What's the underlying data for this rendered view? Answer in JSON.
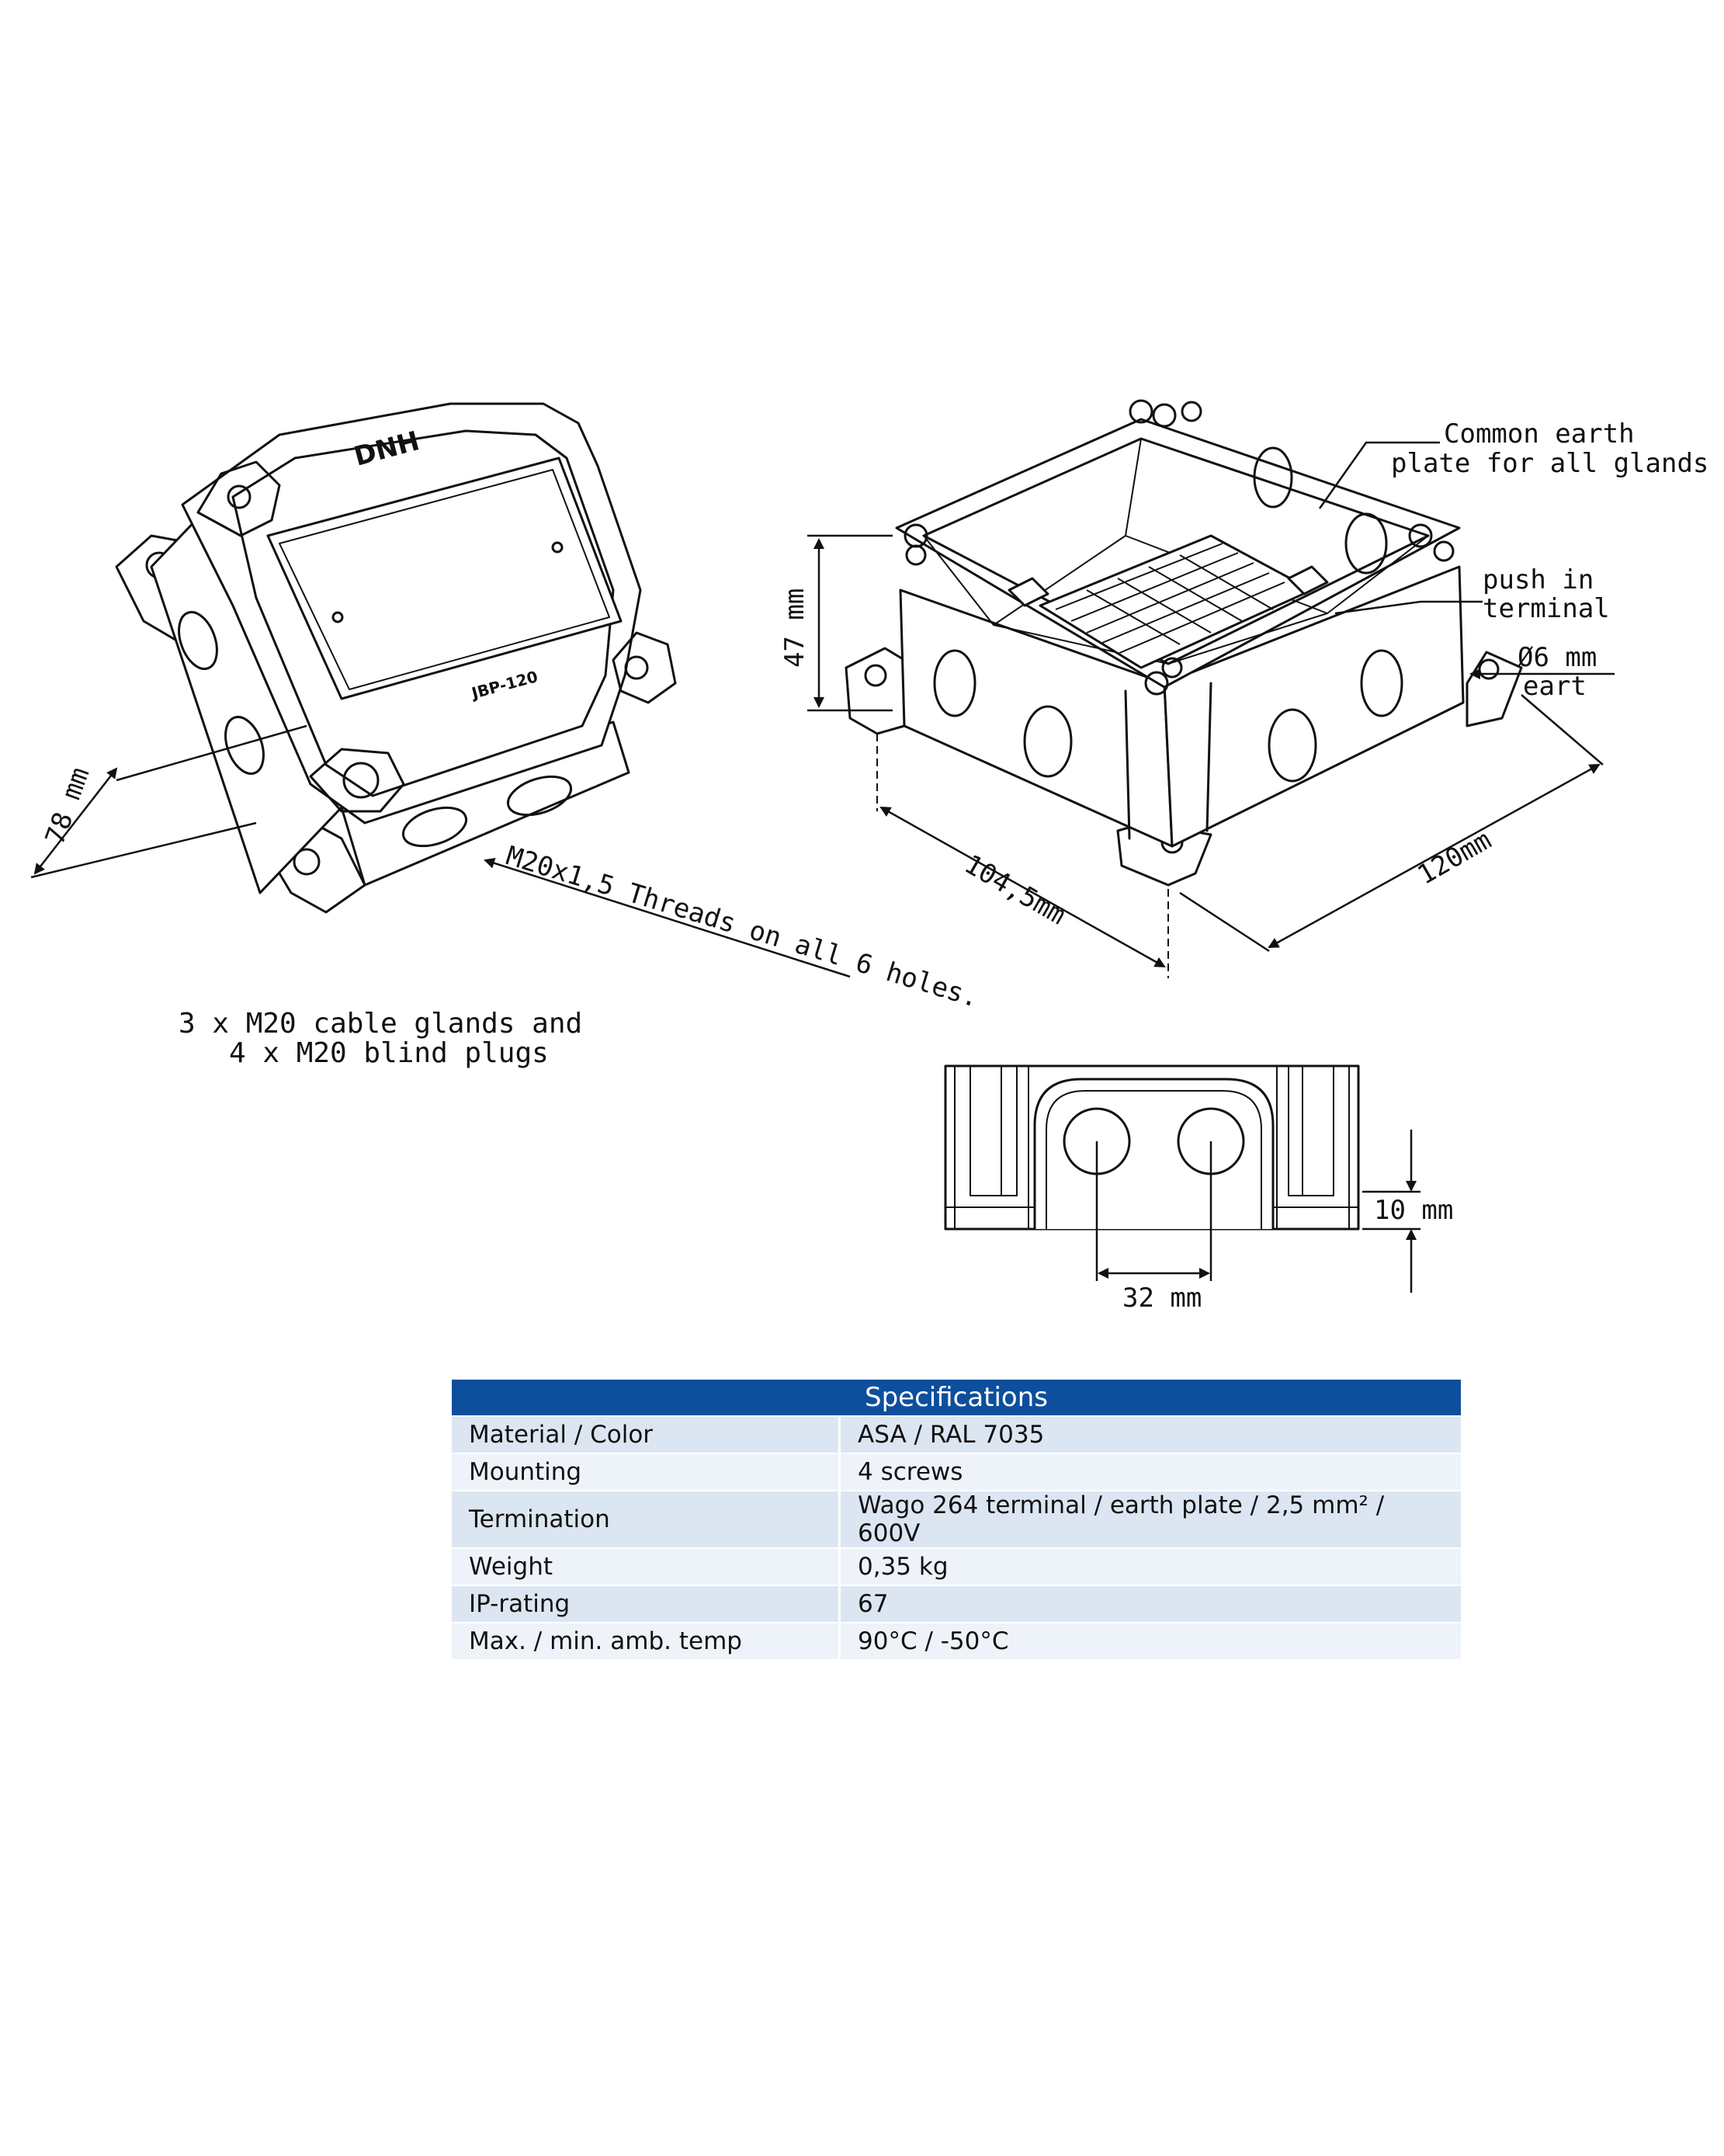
{
  "labels": {
    "brand": "DNH",
    "model": "JBP-120",
    "dim_height_left": "78 mm",
    "threads_note": "M20x1,5 Threads on all 6 holes.",
    "glands_line1": "3 x M20 cable glands and",
    "glands_line2": "4 x M20 blind plugs",
    "earth_plate_line1": "Common earth",
    "earth_plate_line2": "plate for all glands",
    "push_in_line1": "push in",
    "push_in_line2": "terminal",
    "earth_dia_line1": "Ø6 mm",
    "earth_dia_line2": "eart",
    "dim_height_right": "47 mm",
    "dim_width": "104,5mm",
    "dim_length": "120mm",
    "dim_10": "10 mm",
    "dim_32": "32 mm"
  },
  "specs": {
    "title": "Specifications",
    "rows": [
      {
        "key": "Material / Color",
        "value": "ASA / RAL 7035"
      },
      {
        "key": "Mounting",
        "value": "4 screws"
      },
      {
        "key": "Termination",
        "value": "Wago 264 terminal / earth plate / 2,5 mm² / 600V"
      },
      {
        "key": "Weight",
        "value": "0,35 kg"
      },
      {
        "key": "IP-rating",
        "value": "67"
      },
      {
        "key": "Max. / min. amb. temp",
        "value": "90°C / -50°C"
      }
    ]
  }
}
